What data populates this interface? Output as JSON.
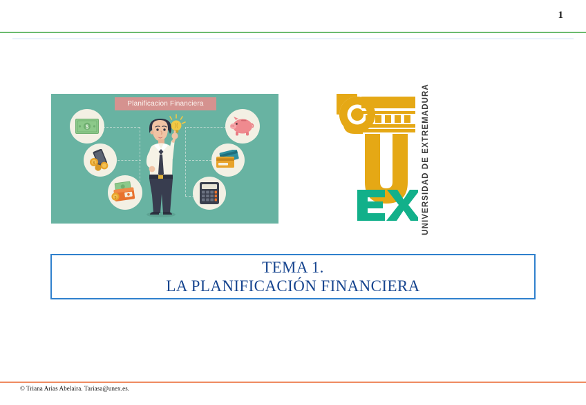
{
  "slide": {
    "page_number": "1",
    "header_rule_color": "#6cbb6e",
    "header_rule_secondary_color": "#e8f2fb",
    "footer_rule_color": "#ef8b61",
    "background_color": "#ffffff"
  },
  "footer": {
    "credit": "© Triana Arias Abelaira. Tariasa@unex.es."
  },
  "illustration": {
    "banner_label": "Planificacion Financiera",
    "background_color": "#68b3a2",
    "banner_color": "#d5928f",
    "banner_text_color": "#fdf6f2",
    "bubble_color": "#f3f0e4",
    "icons": [
      {
        "name": "banknote-icon",
        "label": "Billete de dinero"
      },
      {
        "name": "smartphone-coins-icon",
        "label": "Movil y monedas"
      },
      {
        "name": "wallet-icon",
        "label": "Cartera con billetes"
      },
      {
        "name": "piggy-bank-icon",
        "label": "Hucha cerdito"
      },
      {
        "name": "credit-cards-icon",
        "label": "Tarjetas de credito"
      },
      {
        "name": "calculator-icon",
        "label": "Calculadora"
      }
    ],
    "character": {
      "name": "businessman-idea",
      "lightbulb": "bombilla"
    }
  },
  "logo": {
    "name": "uex-logo",
    "letter_u": "u",
    "letter_ex": "EX",
    "vertical_text": "UNIVERSIDAD DE EXTREMADURA",
    "gold_color": "#e5a815",
    "green_color": "#12b08a",
    "text_color": "#3a3a3a"
  },
  "title": {
    "line1": "TEMA 1.",
    "line2": "LA PLANIFICACIÓN FINANCIERA",
    "text_color": "#17458f",
    "border_color": "#2f80cd"
  }
}
